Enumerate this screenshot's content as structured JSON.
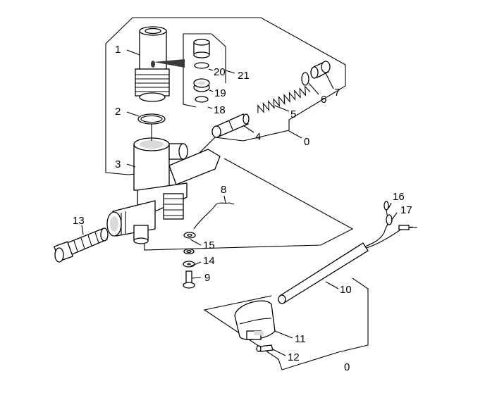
{
  "labels": {
    "p1": "1",
    "p2": "2",
    "p3": "3",
    "p4": "4",
    "p5": "5",
    "p6": "6",
    "p7": "7",
    "p8": "8",
    "p9": "9",
    "p10": "10",
    "p11": "11",
    "p12": "12",
    "p13": "13",
    "p14": "14",
    "p15": "15",
    "p16": "16",
    "p17": "17",
    "p18": "18",
    "p19": "19",
    "p20": "20",
    "p21": "21",
    "p0a": "0",
    "p0b": "0"
  }
}
